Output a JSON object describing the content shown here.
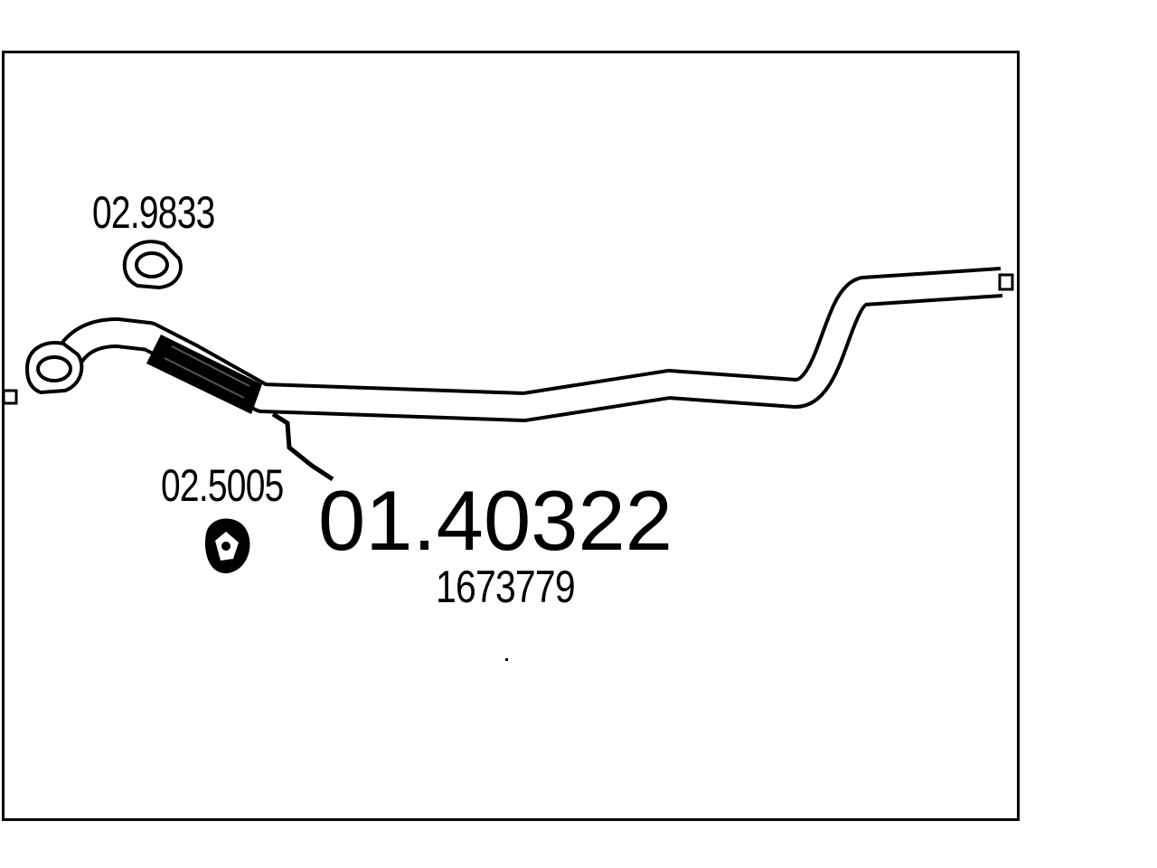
{
  "part_number": "01.40322",
  "oe_number": "1673779",
  "accessories": [
    {
      "code": "02.9833",
      "kind": "flange-gasket"
    },
    {
      "code": "02.5005",
      "kind": "rubber-mount"
    }
  ],
  "colors": {
    "line": "#000000",
    "background": "#ffffff"
  }
}
